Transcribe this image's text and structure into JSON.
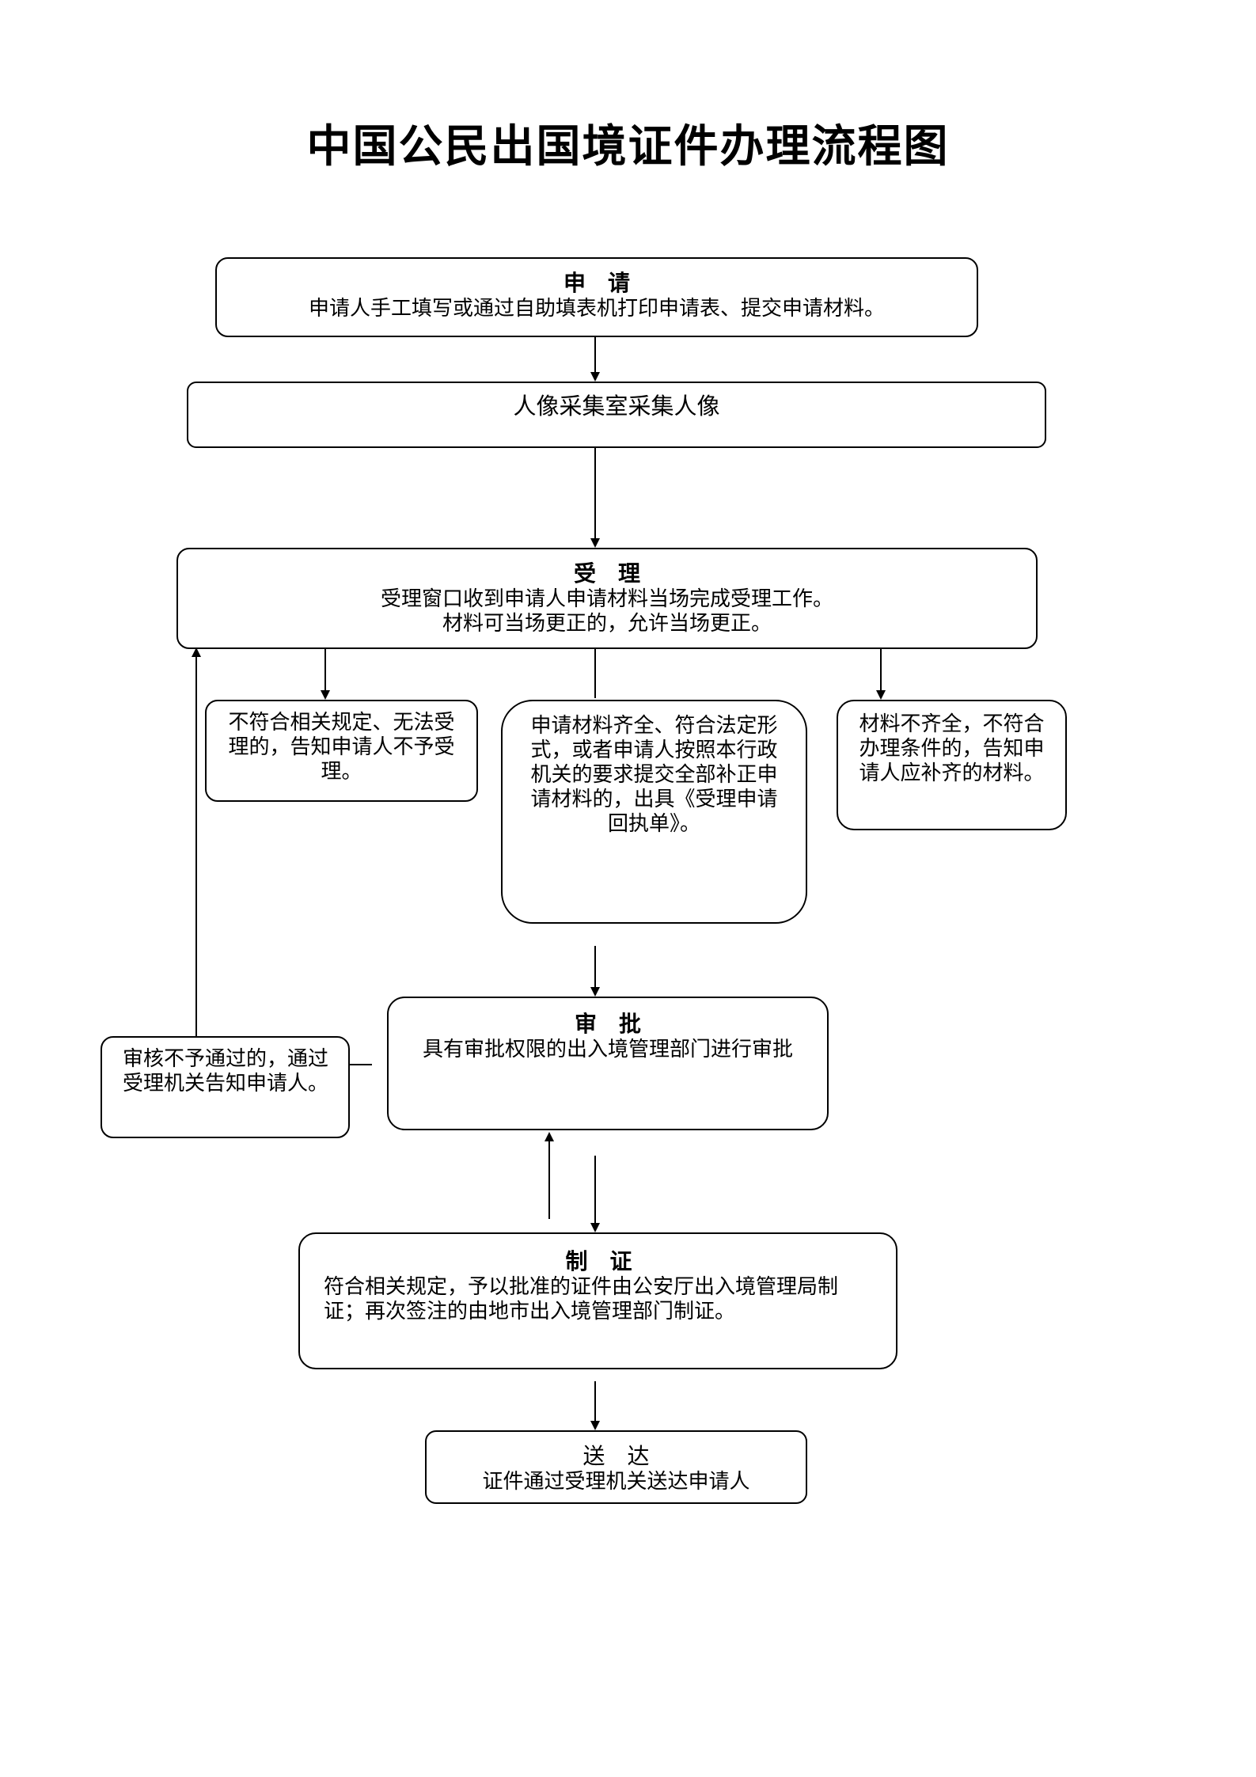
{
  "title": "中国公民出国境证件办理流程图",
  "boxes": {
    "apply": {
      "head": "申　请",
      "body": "申请人手工填写或通过自助填表机打印申请表、提交申请材料。"
    },
    "photo": {
      "head": "人像采集室采集人像"
    },
    "accept": {
      "head": "受　理",
      "body1": "受理窗口收到申请人申请材料当场完成受理工作。",
      "body2": "材料可当场更正的，允许当场更正。"
    },
    "reject": {
      "body": "不符合相关规定、无法受理的，告知申请人不予受理。"
    },
    "complete": {
      "body": "申请材料齐全、符合法定形式，或者申请人按照本行政机关的要求提交全部补正申请材料的，出具《受理申请回执单》。"
    },
    "incomplete": {
      "body": "材料不齐全，不符合办理条件的，告知申请人应补齐的材料。"
    },
    "approve": {
      "head": "审　批",
      "body": "具有审批权限的出入境管理部门进行审批"
    },
    "notpass": {
      "body": "审核不予通过的，通过受理机关告知申请人。"
    },
    "make": {
      "head": "制　证",
      "body": "符合相关规定，予以批准的证件由公安厅出入境管理局制证；再次签注的由地市出入境管理部门制证。"
    },
    "deliver": {
      "head": "送　达",
      "body": "证件通过受理机关送达申请人"
    }
  }
}
